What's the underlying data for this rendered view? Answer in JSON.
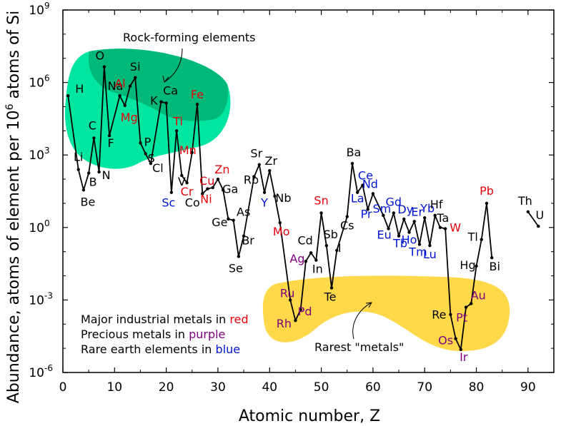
{
  "chart_data": {
    "type": "line",
    "title": "",
    "xlabel": "Atomic number, Z",
    "ylabel": "Abundance, atoms of element per 10^6 atoms of Si",
    "ylabel_parts": {
      "pre": "Abundance, atoms of element per 10",
      "sup": "6",
      "post": " atoms of Si"
    },
    "xlim": [
      0,
      95
    ],
    "ylim_log10": [
      -6,
      9
    ],
    "y_scale": "log",
    "x_ticks": [
      0,
      10,
      20,
      30,
      40,
      50,
      60,
      70,
      80,
      90
    ],
    "y_ticks": [
      {
        "base": "10",
        "exp": "-6",
        "log10": -6
      },
      {
        "base": "10",
        "exp": "-3",
        "log10": -3
      },
      {
        "base": "10",
        "exp": "0",
        "log10": 0
      },
      {
        "base": "10",
        "exp": "3",
        "log10": 3
      },
      {
        "base": "10",
        "exp": "6",
        "log10": 6
      },
      {
        "base": "10",
        "exp": "9",
        "log10": 9
      }
    ],
    "colors": {
      "industrial": "#e8000b",
      "precious": "#800080",
      "rare_earth": "#0015d5",
      "other": "#000000",
      "rock_region_light": "#00e6a0",
      "rock_region_dark": "#00b877",
      "rare_region": "#ffd94a"
    },
    "elements": [
      {
        "z": 1,
        "symbol": "H",
        "log10": 5.45,
        "group": "other"
      },
      {
        "z": 3,
        "symbol": "Li",
        "log10": 2.4,
        "group": "other"
      },
      {
        "z": 4,
        "symbol": "Be",
        "log10": 1.55,
        "group": "other"
      },
      {
        "z": 5,
        "symbol": "B",
        "log10": 2.25,
        "group": "other"
      },
      {
        "z": 6,
        "symbol": "C",
        "log10": 3.7,
        "group": "other"
      },
      {
        "z": 7,
        "symbol": "N",
        "log10": 2.3,
        "group": "other"
      },
      {
        "z": 8,
        "symbol": "O",
        "log10": 6.65,
        "group": "other"
      },
      {
        "z": 9,
        "symbol": "F",
        "log10": 3.8,
        "group": "other"
      },
      {
        "z": 11,
        "symbol": "Na",
        "log10": 5.45,
        "group": "other"
      },
      {
        "z": 12,
        "symbol": "Mg",
        "log10": 5.05,
        "group": "industrial"
      },
      {
        "z": 13,
        "symbol": "Al",
        "log10": 5.85,
        "group": "industrial"
      },
      {
        "z": 14,
        "symbol": "Si",
        "log10": 6.2,
        "group": "other"
      },
      {
        "z": 15,
        "symbol": "P",
        "log10": 3.5,
        "group": "other"
      },
      {
        "z": 16,
        "symbol": "S",
        "log10": 3.05,
        "group": "other"
      },
      {
        "z": 17,
        "symbol": "Cl",
        "log10": 2.65,
        "group": "other"
      },
      {
        "z": 19,
        "symbol": "K",
        "log10": 5.2,
        "group": "other"
      },
      {
        "z": 20,
        "symbol": "Ca",
        "log10": 5.15,
        "group": "other"
      },
      {
        "z": 21,
        "symbol": "Sc",
        "log10": 1.45,
        "group": "rare_earth"
      },
      {
        "z": 22,
        "symbol": "Ti",
        "log10": 4.0,
        "group": "industrial"
      },
      {
        "z": 23,
        "symbol": "V",
        "log10": 2.15,
        "group": "other"
      },
      {
        "z": 24,
        "symbol": "Cr",
        "log10": 1.85,
        "group": "industrial"
      },
      {
        "z": 25,
        "symbol": "Mn",
        "log10": 3.1,
        "group": "industrial"
      },
      {
        "z": 26,
        "symbol": "Fe",
        "log10": 5.1,
        "group": "industrial"
      },
      {
        "z": 27,
        "symbol": "Co",
        "log10": 1.4,
        "group": "other"
      },
      {
        "z": 28,
        "symbol": "Ni",
        "log10": 1.6,
        "group": "industrial"
      },
      {
        "z": 29,
        "symbol": "Cu",
        "log10": 1.65,
        "group": "industrial"
      },
      {
        "z": 30,
        "symbol": "Zn",
        "log10": 2.0,
        "group": "industrial"
      },
      {
        "z": 31,
        "symbol": "Ga",
        "log10": 1.55,
        "group": "other"
      },
      {
        "z": 32,
        "symbol": "Ge",
        "log10": 0.35,
        "group": "other"
      },
      {
        "z": 33,
        "symbol": "As",
        "log10": 0.3,
        "group": "other"
      },
      {
        "z": 34,
        "symbol": "Se",
        "log10": -1.2,
        "group": "other"
      },
      {
        "z": 35,
        "symbol": "Br",
        "log10": -0.35,
        "group": "other"
      },
      {
        "z": 37,
        "symbol": "Rb",
        "log10": 2.1,
        "group": "other"
      },
      {
        "z": 38,
        "symbol": "Sr",
        "log10": 2.6,
        "group": "other"
      },
      {
        "z": 39,
        "symbol": "Y",
        "log10": 1.45,
        "group": "rare_earth"
      },
      {
        "z": 40,
        "symbol": "Zr",
        "log10": 2.35,
        "group": "other"
      },
      {
        "z": 41,
        "symbol": "Nb",
        "log10": 1.3,
        "group": "other"
      },
      {
        "z": 42,
        "symbol": "Mo",
        "log10": 0.2,
        "group": "industrial"
      },
      {
        "z": 44,
        "symbol": "Ru",
        "log10": -3.0,
        "group": "precious"
      },
      {
        "z": 45,
        "symbol": "Rh",
        "log10": -3.85,
        "group": "precious"
      },
      {
        "z": 46,
        "symbol": "Pd",
        "log10": -3.4,
        "group": "precious"
      },
      {
        "z": 47,
        "symbol": "Ag",
        "log10": -1.4,
        "group": "precious"
      },
      {
        "z": 48,
        "symbol": "Cd",
        "log10": -1.05,
        "group": "other"
      },
      {
        "z": 49,
        "symbol": "In",
        "log10": -1.35,
        "group": "other"
      },
      {
        "z": 50,
        "symbol": "Sn",
        "log10": 0.6,
        "group": "industrial"
      },
      {
        "z": 51,
        "symbol": "Sb",
        "log10": -0.75,
        "group": "other"
      },
      {
        "z": 52,
        "symbol": "Te",
        "log10": -2.5,
        "group": "other"
      },
      {
        "z": 53,
        "symbol": "I",
        "log10": -0.95,
        "group": "other"
      },
      {
        "z": 55,
        "symbol": "Cs",
        "log10": 0.45,
        "group": "other"
      },
      {
        "z": 56,
        "symbol": "Ba",
        "log10": 2.65,
        "group": "other"
      },
      {
        "z": 57,
        "symbol": "La",
        "log10": 1.45,
        "group": "rare_earth"
      },
      {
        "z": 58,
        "symbol": "Ce",
        "log10": 1.75,
        "group": "rare_earth"
      },
      {
        "z": 59,
        "symbol": "Pr",
        "log10": 0.75,
        "group": "rare_earth"
      },
      {
        "z": 60,
        "symbol": "Nd",
        "log10": 1.4,
        "group": "rare_earth"
      },
      {
        "z": 62,
        "symbol": "Sm",
        "log10": 0.5,
        "group": "rare_earth"
      },
      {
        "z": 63,
        "symbol": "Eu",
        "log10": -0.05,
        "group": "rare_earth"
      },
      {
        "z": 64,
        "symbol": "Gd",
        "log10": 0.6,
        "group": "rare_earth"
      },
      {
        "z": 65,
        "symbol": "Tb",
        "log10": -0.35,
        "group": "rare_earth"
      },
      {
        "z": 66,
        "symbol": "Dy",
        "log10": 0.35,
        "group": "rare_earth"
      },
      {
        "z": 67,
        "symbol": "Ho",
        "log10": -0.2,
        "group": "rare_earth"
      },
      {
        "z": 68,
        "symbol": "Er",
        "log10": 0.25,
        "group": "rare_earth"
      },
      {
        "z": 69,
        "symbol": "Tm",
        "log10": -0.7,
        "group": "rare_earth"
      },
      {
        "z": 70,
        "symbol": "Yb",
        "log10": 0.4,
        "group": "rare_earth"
      },
      {
        "z": 71,
        "symbol": "Lu",
        "log10": -0.75,
        "group": "rare_earth"
      },
      {
        "z": 72,
        "symbol": "Hf",
        "log10": 0.5,
        "group": "other"
      },
      {
        "z": 73,
        "symbol": "Ta",
        "log10": 0.0,
        "group": "other"
      },
      {
        "z": 74,
        "symbol": "W",
        "log10": -0.05,
        "group": "industrial"
      },
      {
        "z": 75,
        "symbol": "Re",
        "log10": -3.6,
        "group": "other"
      },
      {
        "z": 76,
        "symbol": "Os",
        "log10": -4.6,
        "group": "precious"
      },
      {
        "z": 77,
        "symbol": "Ir",
        "log10": -5.05,
        "group": "precious"
      },
      {
        "z": 78,
        "symbol": "Pt",
        "log10": -3.3,
        "group": "precious"
      },
      {
        "z": 79,
        "symbol": "Au",
        "log10": -3.15,
        "group": "precious"
      },
      {
        "z": 80,
        "symbol": "Hg",
        "log10": -1.6,
        "group": "other"
      },
      {
        "z": 81,
        "symbol": "Tl",
        "log10": -0.5,
        "group": "other"
      },
      {
        "z": 82,
        "symbol": "Pb",
        "log10": 1.0,
        "group": "industrial"
      },
      {
        "z": 83,
        "symbol": "Bi",
        "log10": -1.25,
        "group": "other"
      },
      {
        "z": 90,
        "symbol": "Th",
        "log10": 0.65,
        "group": "other"
      },
      {
        "z": 92,
        "symbol": "U",
        "log10": 0.05,
        "group": "other"
      }
    ],
    "annotations": {
      "rock": "Rock-forming elements",
      "rarest": "Rarest \"metals\""
    },
    "legend": {
      "lines": [
        {
          "pre": "Major industrial metals in ",
          "word": "red",
          "group": "industrial"
        },
        {
          "pre": "Precious metals in ",
          "word": "purple",
          "group": "precious"
        },
        {
          "pre": "Rare earth elements in ",
          "word": "blue",
          "group": "rare_earth"
        }
      ],
      "placement": "bottom-left"
    }
  }
}
